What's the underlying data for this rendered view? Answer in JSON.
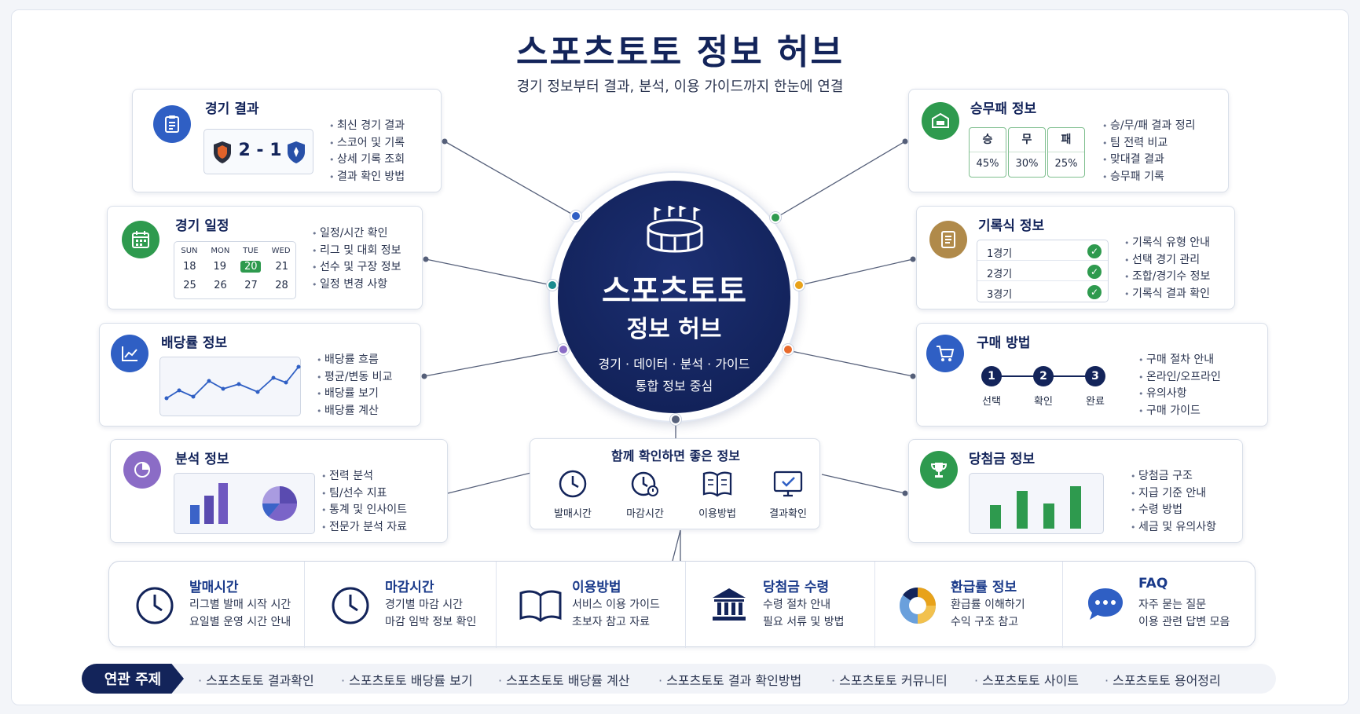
{
  "title": "스포츠토토 정보 허브",
  "subtitle": "경기 정보부터 결과, 분석, 이용 가이드까지 한눈에 연결",
  "hub": {
    "title": "스포츠토토",
    "subtitle": "정보 허브",
    "tagline1": "경기 · 데이터 · 분석 · 가이드",
    "tagline2": "통합 정보 중심"
  },
  "results": {
    "title": "경기 결과",
    "score": "2 - 1",
    "bullets": [
      "최신 경기 결과",
      "스코어 및 기록",
      "상세 기록 조회",
      "결과 확인 방법"
    ]
  },
  "schedule": {
    "title": "경기 일정",
    "days": [
      "SUN",
      "MON",
      "TUE",
      "WED"
    ],
    "week1": [
      "18",
      "19",
      "20",
      "21"
    ],
    "week2": [
      "25",
      "26",
      "27",
      "28"
    ],
    "bullets": [
      "일정/시간 확인",
      "리그 및 대회 정보",
      "선수 및 구장 정보",
      "일정 변경 사항"
    ]
  },
  "odds": {
    "title": "배당률 정보",
    "bullets": [
      "배당률 흐름",
      "평균/변동 비교",
      "배당률 보기",
      "배당률 계산"
    ]
  },
  "analysis": {
    "title": "분석 정보",
    "bullets": [
      "전력 분석",
      "팀/선수 지표",
      "통계 및 인사이트",
      "전문가 분석 자료"
    ]
  },
  "wdl": {
    "title": "승무패 정보",
    "headers": [
      "승",
      "무",
      "패"
    ],
    "values": [
      "45%",
      "30%",
      "25%"
    ],
    "bullets": [
      "승/무/패 결과 정리",
      "팀 전력 비교",
      "맞대결 결과",
      "승무패 기록"
    ]
  },
  "record": {
    "title": "기록식 정보",
    "rows": [
      "1경기",
      "2경기",
      "3경기"
    ],
    "bullets": [
      "기록식 유형 안내",
      "선택 경기 관리",
      "조합/경기수 정보",
      "기록식 결과 확인"
    ]
  },
  "purchase": {
    "title": "구매 방법",
    "steps": [
      {
        "num": "1",
        "label": "선택"
      },
      {
        "num": "2",
        "label": "확인"
      },
      {
        "num": "3",
        "label": "완료"
      }
    ],
    "bullets": [
      "구매 절차 안내",
      "온라인/오프라인",
      "유의사항",
      "구매 가이드"
    ]
  },
  "prize": {
    "title": "당첨금 정보",
    "bullets": [
      "당첨금 구조",
      "지급 기준 안내",
      "수령 방법",
      "세금 및 유의사항"
    ]
  },
  "together": {
    "title": "함께 확인하면 좋은 정보",
    "items": [
      "발매시간",
      "마감시간",
      "이용방법",
      "결과확인"
    ]
  },
  "bottom": [
    {
      "title": "발매시간",
      "line1": "리그별 발매 시작 시간",
      "line2": "요일별 운영 시간 안내"
    },
    {
      "title": "마감시간",
      "line1": "경기별 마감 시간",
      "line2": "마감 임박 정보 확인"
    },
    {
      "title": "이용방법",
      "line1": "서비스 이용 가이드",
      "line2": "초보자 참고 자료"
    },
    {
      "title": "당첨금 수령",
      "line1": "수령 절차 안내",
      "line2": "필요 서류 및 방법"
    },
    {
      "title": "환급률 정보",
      "line1": "환급률 이해하기",
      "line2": "수익 구조 참고"
    },
    {
      "title": "FAQ",
      "line1": "자주 묻는 질문",
      "line2": "이용 관련 답변 모음"
    }
  ],
  "related": {
    "head": "연관 주제",
    "items": [
      "스포츠토토 결과확인",
      "스포츠토토 배당률 보기",
      "스포츠토토 배당률 계산",
      "스포츠토토 결과 확인방법",
      "스포츠토토 커뮤니티",
      "스포츠토토 사이트",
      "스포츠토토 용어정리"
    ]
  },
  "colors": {
    "navy": "#13245a",
    "blue": "#2f5fc4",
    "green": "#2e9a4e",
    "purple": "#8b6cc6",
    "gold": "#b08a4a",
    "orange": "#e86a2c",
    "teal": "#1a8b8f",
    "yellow": "#e8a21a"
  }
}
